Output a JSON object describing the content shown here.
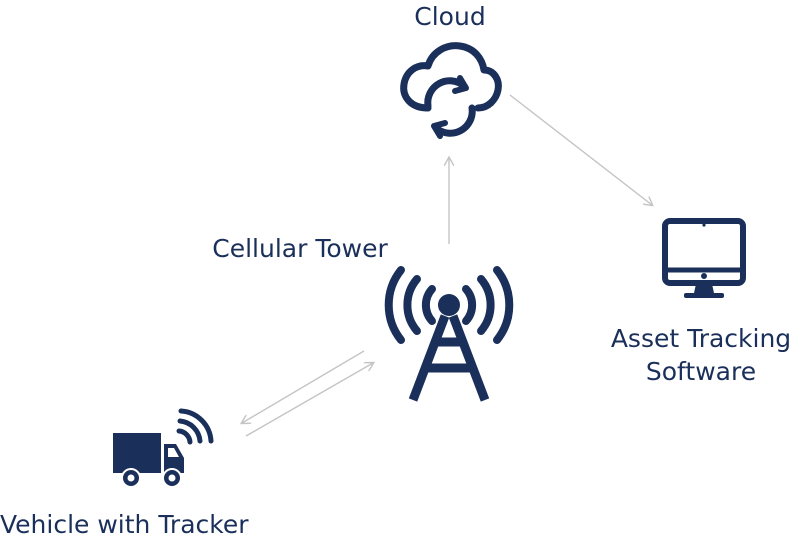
{
  "nodes": {
    "cloud": {
      "label": "Cloud"
    },
    "tower": {
      "label": "Cellular Tower"
    },
    "software": {
      "label_line1": "Asset Tracking",
      "label_line2": "Software"
    },
    "vehicle": {
      "label": "Vehicle with Tracker"
    }
  },
  "colors": {
    "icon": "#1a2f5a",
    "arrow": "#c4c4c4",
    "background": "#ffffff"
  },
  "icons": [
    "cloud-sync-icon",
    "cell-tower-icon",
    "monitor-icon",
    "truck-icon",
    "signal-waves-icon"
  ]
}
